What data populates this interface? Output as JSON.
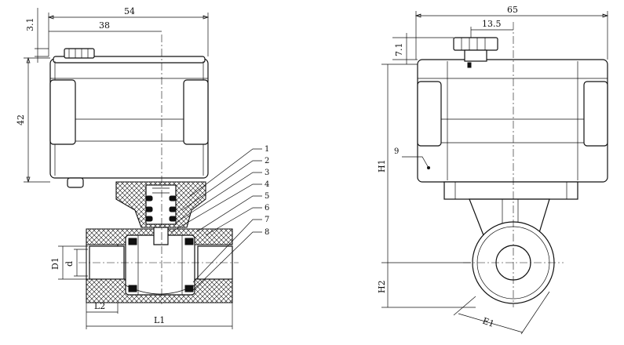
{
  "dimensions": {
    "left_width": "54",
    "left_half_width": "38",
    "left_top": "3.1",
    "left_height": "42",
    "right_width": "65",
    "right_half_width": "13.5",
    "right_top": "7.1",
    "d_outer": "D1",
    "d_inner": "d",
    "l2": "L2",
    "l1": "L1",
    "h1": "H1",
    "h2": "H2",
    "e1": "E1"
  },
  "callouts": [
    "1",
    "2",
    "3",
    "4",
    "5",
    "6",
    "7",
    "8"
  ],
  "right_callout": "9"
}
